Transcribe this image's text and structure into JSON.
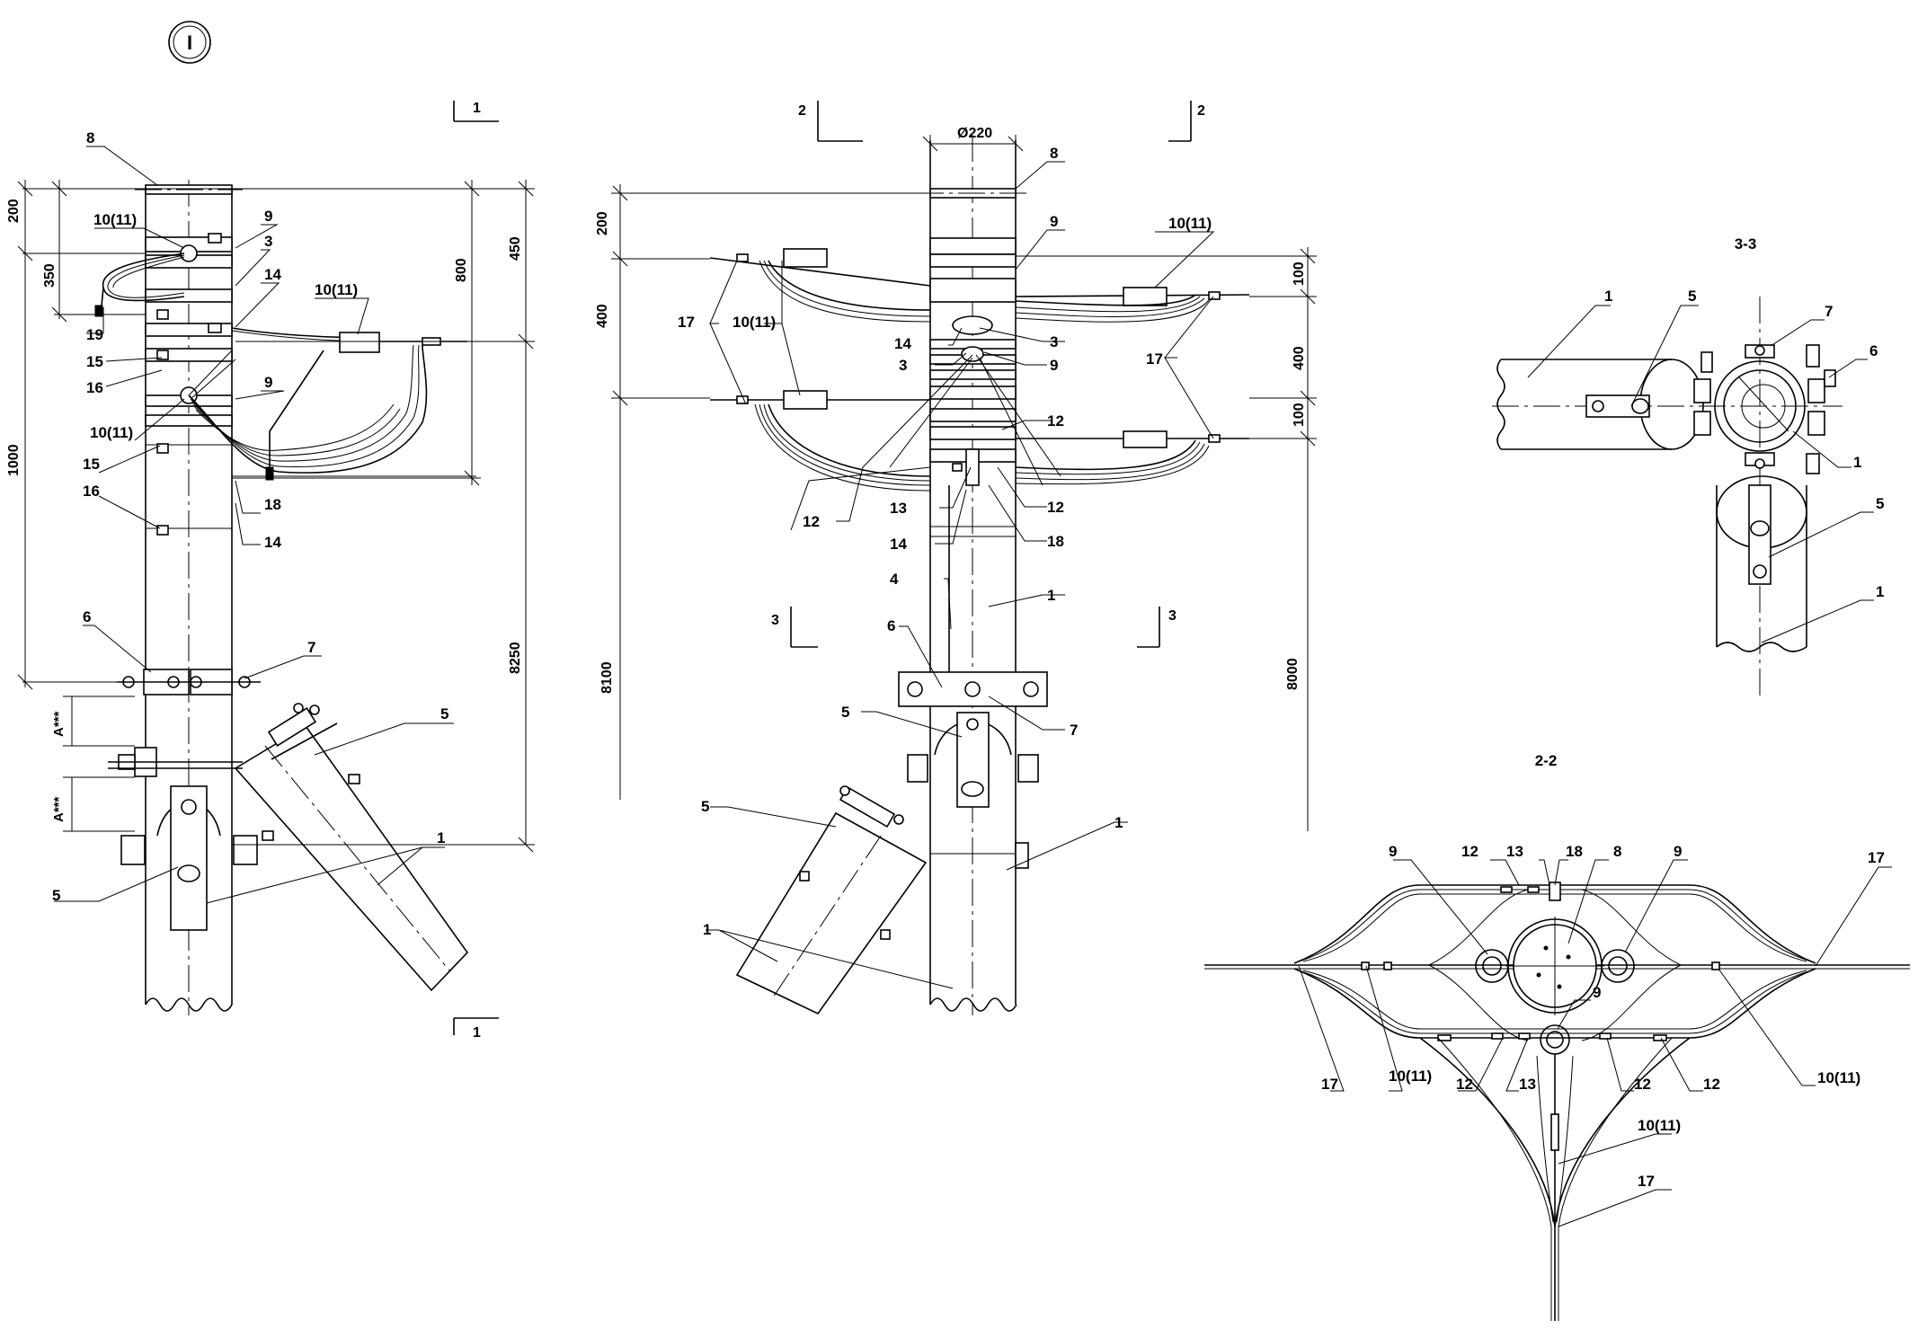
{
  "sheet_marker": "I",
  "views": {
    "front": {
      "section_marks": [
        "1",
        "1"
      ],
      "dims": [
        "200",
        "350",
        "800",
        "450",
        "1000",
        "8250",
        "A***",
        "A***"
      ],
      "labels": [
        "8",
        "10(11)",
        "9",
        "3",
        "14",
        "10(11)",
        "19",
        "15",
        "16",
        "9",
        "10(11)",
        "15",
        "16",
        "18",
        "14",
        "6",
        "7",
        "5",
        "5",
        "1"
      ]
    },
    "side": {
      "section_marks": [
        "2",
        "2",
        "3",
        "3"
      ],
      "dims": [
        "Ø220",
        "200",
        "400",
        "100",
        "400",
        "100",
        "8100",
        "8000"
      ],
      "labels": [
        "8",
        "9",
        "10(11)",
        "17",
        "10(11)",
        "3",
        "14",
        "3",
        "9",
        "12",
        "17",
        "12",
        "13",
        "14",
        "12",
        "18",
        "4",
        "1",
        "6",
        "7",
        "5",
        "5",
        "1",
        "1"
      ]
    },
    "section_3_3": {
      "title": "3-3",
      "labels": [
        "1",
        "5",
        "7",
        "6",
        "1",
        "5",
        "1"
      ]
    },
    "section_2_2": {
      "title": "2-2",
      "labels": [
        "9",
        "12",
        "13",
        "18",
        "8",
        "9",
        "17",
        "9",
        "17",
        "10(11)",
        "12",
        "13",
        "12",
        "12",
        "10(11)",
        "10(11)",
        "17"
      ]
    }
  }
}
